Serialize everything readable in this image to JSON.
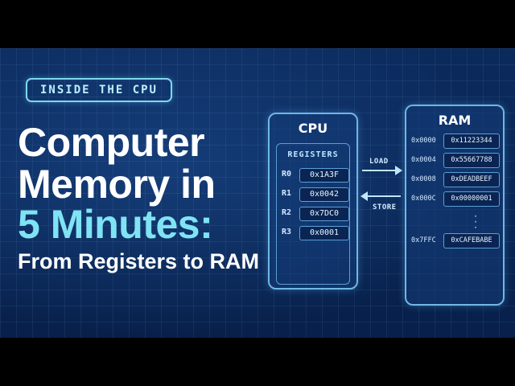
{
  "tag": "INSIDE THE CPU",
  "title": {
    "line1": "Computer",
    "line2": "Memory in",
    "line3": "5 Minutes:",
    "subtitle": "From Registers to RAM"
  },
  "cpu": {
    "title": "CPU",
    "registers_label": "REGISTERS",
    "registers": [
      {
        "name": "R0",
        "value": "0x1A3F"
      },
      {
        "name": "R1",
        "value": "0x0042"
      },
      {
        "name": "R2",
        "value": "0x7DC0"
      },
      {
        "name": "R3",
        "value": "0x0001"
      }
    ]
  },
  "arrows": {
    "load": "LOAD",
    "store": "STORE"
  },
  "ram": {
    "title": "RAM",
    "cells": [
      {
        "address": "0x0000",
        "value": "0x11223344"
      },
      {
        "address": "0x0004",
        "value": "0x55667788"
      },
      {
        "address": "0x0008",
        "value": "0xDEADBEEF"
      },
      {
        "address": "0x000C",
        "value": "0x00000001"
      }
    ],
    "last_cell": {
      "address": "0x7FFC",
      "value": "0xCAFEBABE"
    }
  },
  "colors": {
    "background": "#0b2a5c",
    "accent": "#7fe3f4",
    "box_border": "#6fb7e6"
  }
}
